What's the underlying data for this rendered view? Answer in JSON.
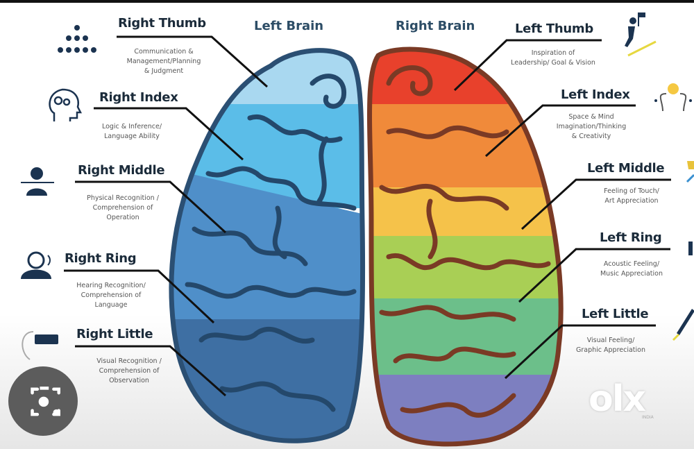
{
  "headers": {
    "left_brain": "Left Brain",
    "right_brain": "Right Brain"
  },
  "labels": [
    {
      "title": "Right Thumb",
      "desc": "Communication &\nManagement/Planning\n& Judgment",
      "icon": "hierarchy-people-icon"
    },
    {
      "title": "Right Index",
      "desc": "Logic & Inference/\nLanguage Ability",
      "icon": "head-gears-icon"
    },
    {
      "title": "Right Middle",
      "desc": "Physical Recognition /\nComprehension of\nOperation",
      "icon": "person-scan-icon"
    },
    {
      "title": "Right Ring",
      "desc": "Hearing Recognition/\nComprehension of\nLanguage",
      "icon": "person-hearing-icon"
    },
    {
      "title": "Right Little",
      "desc": "Visual Recognition /\nComprehension of\nObservation",
      "icon": "camera-eye-icon"
    },
    {
      "title": "Left Thumb",
      "desc": "Inspiration of\nLeadership/ Goal & Vision",
      "icon": "climber-flag-icon"
    },
    {
      "title": "Left Index",
      "desc": "Space & Mind\nImagination/Thinking\n& Creativity",
      "icon": "lightbulb-head-icon"
    },
    {
      "title": "Left Middle",
      "desc": "Feeling of Touch/\nArt Appreciation",
      "icon": "art-icon"
    },
    {
      "title": "Left Ring",
      "desc": "Acoustic Feeling/\nMusic Appreciation",
      "icon": "music-icon"
    },
    {
      "title": "Left Little",
      "desc": "Visual Feeling/\nGraphic Appreciation",
      "icon": "pen-icon"
    }
  ],
  "watermark": {
    "logo": "olx",
    "sub": "INDIA"
  },
  "colors": {
    "left_bands": [
      "#a9d8f0",
      "#5bbde8",
      "#4f8fc9",
      "#3e6fa3"
    ],
    "right_bands": [
      "#e8412c",
      "#f08a3a",
      "#f5c24a",
      "#a9cf55",
      "#6cbf8a",
      "#7d7fc0"
    ]
  }
}
